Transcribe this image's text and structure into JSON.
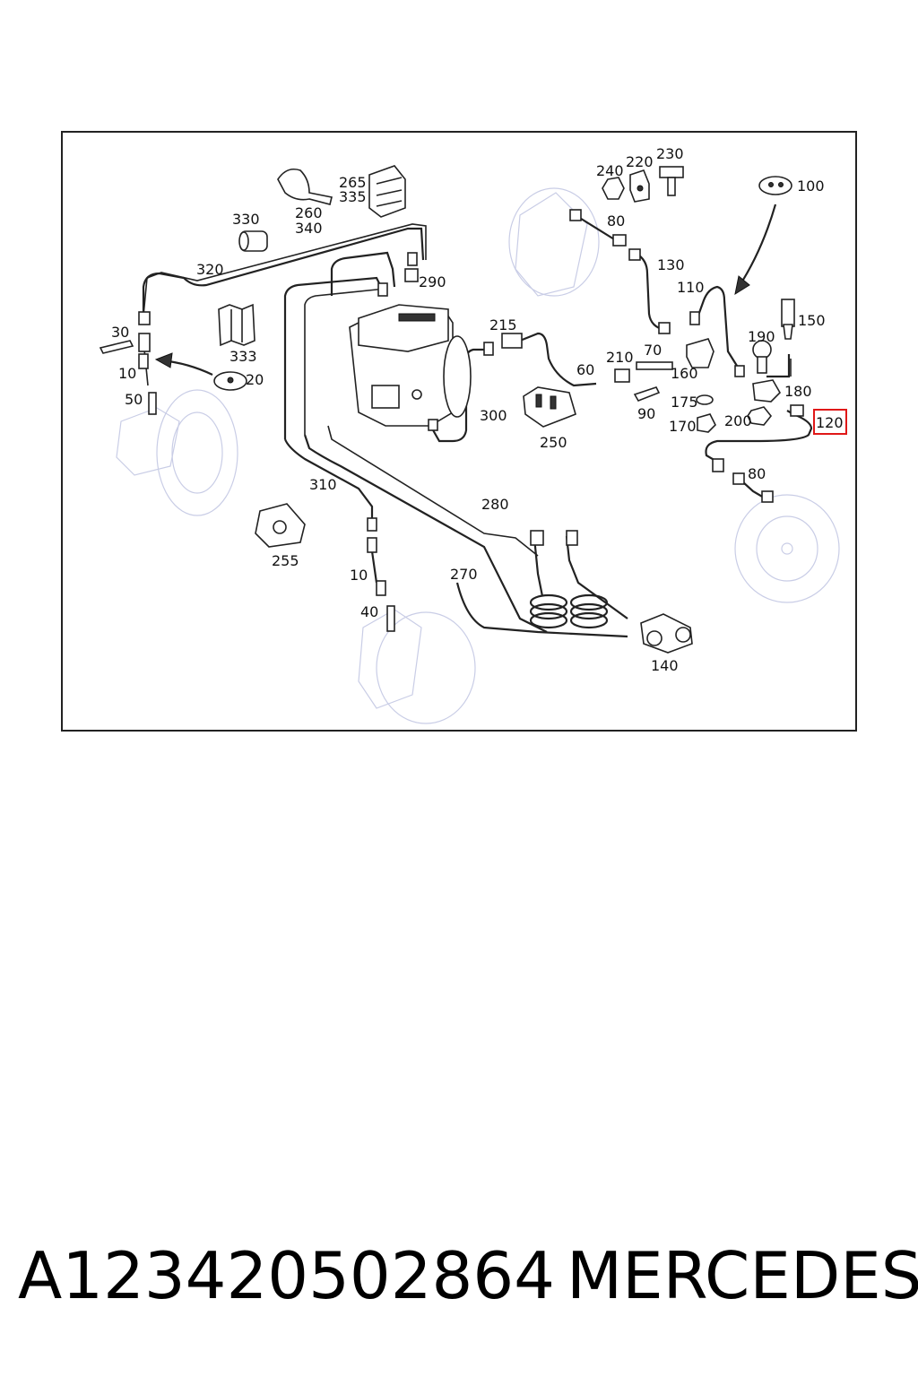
{
  "diagram": {
    "labels": {
      "l10a": "10",
      "l10b": "10",
      "l20": "20",
      "l30": "30",
      "l40": "40",
      "l50": "50",
      "l60": "60",
      "l70": "70",
      "l80a": "80",
      "l80b": "80",
      "l90": "90",
      "l100": "100",
      "l110": "110",
      "l120": "120",
      "l130": "130",
      "l140": "140",
      "l150": "150",
      "l160": "160",
      "l170": "170",
      "l175": "175",
      "l180": "180",
      "l190": "190",
      "l200": "200",
      "l210": "210",
      "l215": "215",
      "l220": "220",
      "l230": "230",
      "l240": "240",
      "l250": "250",
      "l255": "255",
      "l260": "260",
      "l265": "265",
      "l270": "270",
      "l280": "280",
      "l290": "290",
      "l300": "300",
      "l310": "310",
      "l320": "320",
      "l330": "330",
      "l333": "333",
      "l335": "335",
      "l340": "340"
    },
    "highlighted_label": "120",
    "highlight_color": "#e01818"
  },
  "footer": {
    "part_number": "A123420502864",
    "brand": "MERCEDES"
  }
}
